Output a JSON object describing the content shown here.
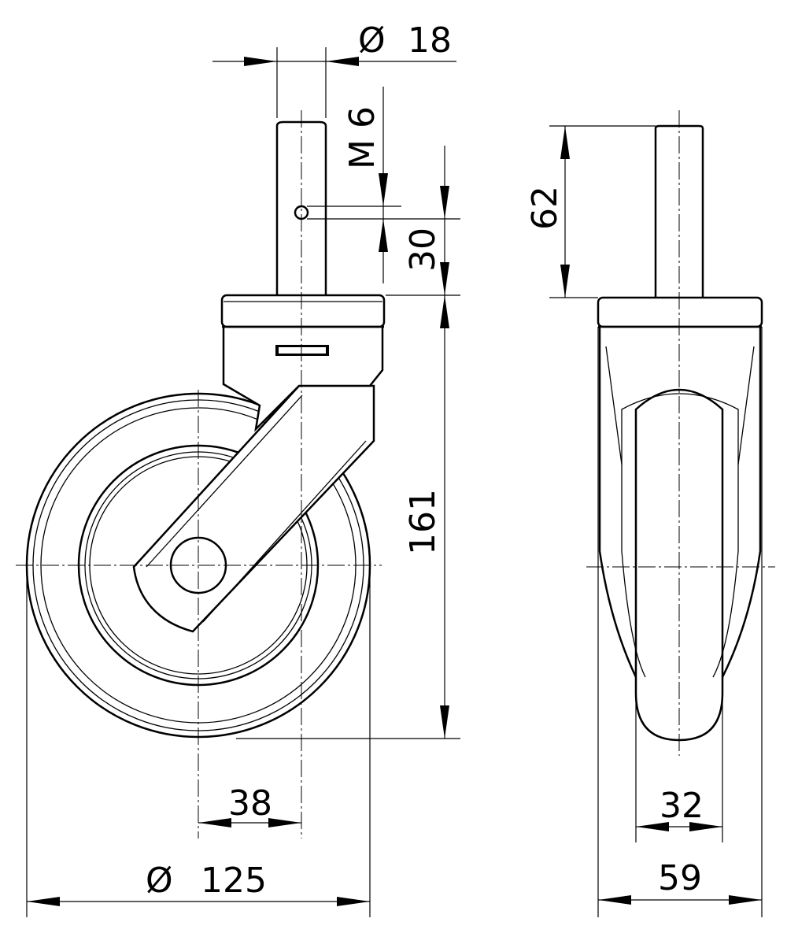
{
  "title": "Swivel castor technical drawing",
  "dimensions": {
    "stem_diameter": "18",
    "thread": "M 6",
    "pin_height": "30",
    "stem_length": "62",
    "overall_height": "161",
    "offset": "38",
    "wheel_diameter": "125",
    "wheel_width": "32",
    "plate_width": "59"
  },
  "symbols": {
    "diameter": "Ø"
  },
  "colors": {
    "line": "#000000",
    "background": "#ffffff"
  }
}
